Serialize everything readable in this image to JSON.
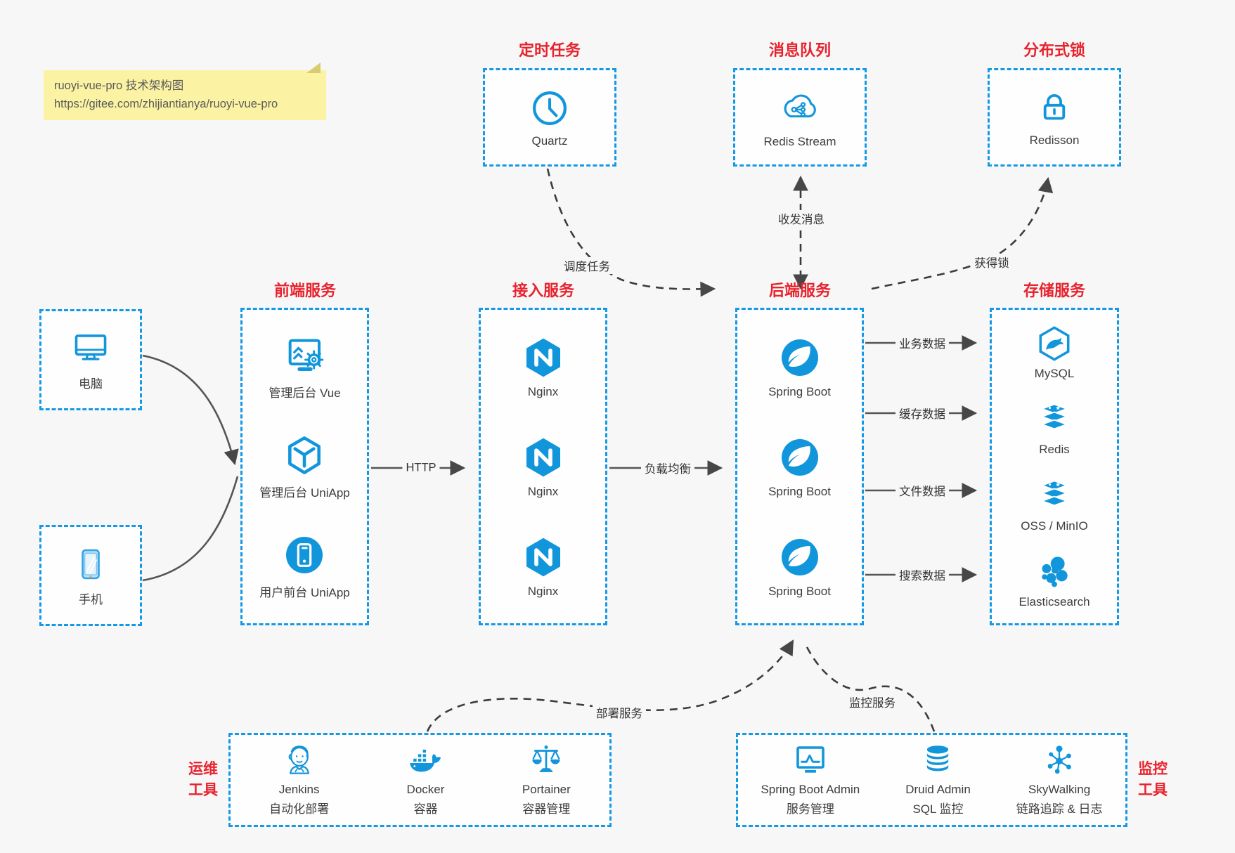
{
  "note": {
    "line1": "ruoyi-vue-pro 技术架构图",
    "line2": "https://gitee.com/zhijiantianya/ruoyi-vue-pro"
  },
  "colors": {
    "accent_blue": "#1296db",
    "dashed_border": "#1599e6",
    "title_red": "#e8232e",
    "wire_gray": "#555555",
    "note_bg": "#fbf3a3"
  },
  "scheduled": {
    "title": "定时任务",
    "item": {
      "label": "Quartz",
      "icon": "clock-icon"
    }
  },
  "queue": {
    "title": "消息队列",
    "item": {
      "label": "Redis Stream",
      "icon": "cloud-share-icon"
    }
  },
  "distlock": {
    "title": "分布式锁",
    "item": {
      "label": "Redisson",
      "icon": "lock-icon"
    }
  },
  "clients": {
    "pc": {
      "label": "电脑",
      "icon": "desktop-icon"
    },
    "phone": {
      "label": "手机",
      "icon": "smartphone-icon"
    }
  },
  "frontend": {
    "title": "前端服务",
    "items": [
      {
        "label": "管理后台 Vue",
        "icon": "admin-screen-gear-icon"
      },
      {
        "label": "管理后台 UniApp",
        "icon": "uniapp-cube-icon"
      },
      {
        "label": "用户前台 UniApp",
        "icon": "mobile-app-circle-icon"
      }
    ]
  },
  "access": {
    "title": "接入服务",
    "items": [
      {
        "label": "Nginx",
        "icon": "nginx-icon"
      },
      {
        "label": "Nginx",
        "icon": "nginx-icon"
      },
      {
        "label": "Nginx",
        "icon": "nginx-icon"
      }
    ]
  },
  "backend": {
    "title": "后端服务",
    "items": [
      {
        "label": "Spring Boot",
        "icon": "spring-boot-icon"
      },
      {
        "label": "Spring Boot",
        "icon": "spring-boot-icon"
      },
      {
        "label": "Spring Boot",
        "icon": "spring-boot-icon"
      }
    ]
  },
  "storage": {
    "title": "存储服务",
    "items": [
      {
        "label": "MySQL",
        "icon": "mysql-icon"
      },
      {
        "label": "Redis",
        "icon": "redis-stack-icon"
      },
      {
        "label": "OSS / MinIO",
        "icon": "storage-stack-icon"
      },
      {
        "label": "Elasticsearch",
        "icon": "elasticsearch-icon"
      }
    ]
  },
  "edges": {
    "http": "HTTP",
    "load_balance": "负载均衡",
    "schedule": "调度任务",
    "messaging": "收发消息",
    "acquire_lock": "获得锁",
    "business_data": "业务数据",
    "cache_data": "缓存数据",
    "file_data": "文件数据",
    "search_data": "搜索数据",
    "deploy": "部署服务",
    "monitor": "监控服务"
  },
  "ops": {
    "side_label": "运维\n工具",
    "items": [
      {
        "name": "Jenkins",
        "desc": "自动化部署",
        "icon": "jenkins-icon"
      },
      {
        "name": "Docker",
        "desc": "容器",
        "icon": "docker-whale-icon"
      },
      {
        "name": "Portainer",
        "desc": "容器管理",
        "icon": "scales-icon"
      }
    ]
  },
  "monitoring": {
    "side_label": "监控\n工具",
    "items": [
      {
        "name": "Spring Boot Admin",
        "desc": "服务管理",
        "icon": "monitor-chart-icon"
      },
      {
        "name": "Druid Admin",
        "desc": "SQL 监控",
        "icon": "database-icon"
      },
      {
        "name": "SkyWalking",
        "desc": "链路追踪 & 日志",
        "icon": "topology-icon"
      }
    ]
  }
}
